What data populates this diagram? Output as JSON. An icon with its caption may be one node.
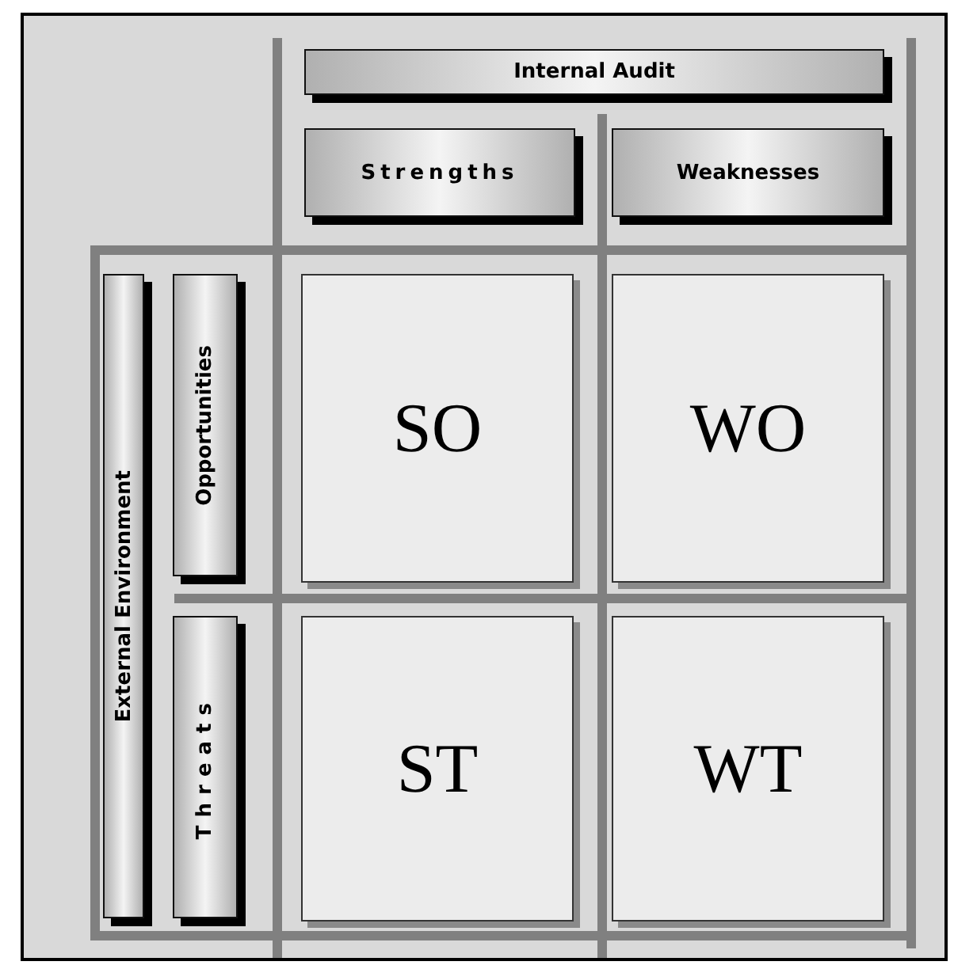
{
  "diagram": {
    "nodes": [
      {
        "text": [
          "Internal Audit"
        ]
      },
      {
        "text": [
          "Strengths"
        ]
      },
      {
        "text": [
          "Weaknesses"
        ]
      },
      {
        "text": [
          "External Environment"
        ]
      },
      {
        "text": [
          "Opportunities"
        ]
      },
      {
        "text": [
          "Threats"
        ]
      },
      {
        "text": [
          "SO"
        ]
      },
      {
        "text": [
          "WO"
        ]
      },
      {
        "text": [
          "ST"
        ]
      },
      {
        "text": [
          "WT"
        ]
      }
    ]
  }
}
